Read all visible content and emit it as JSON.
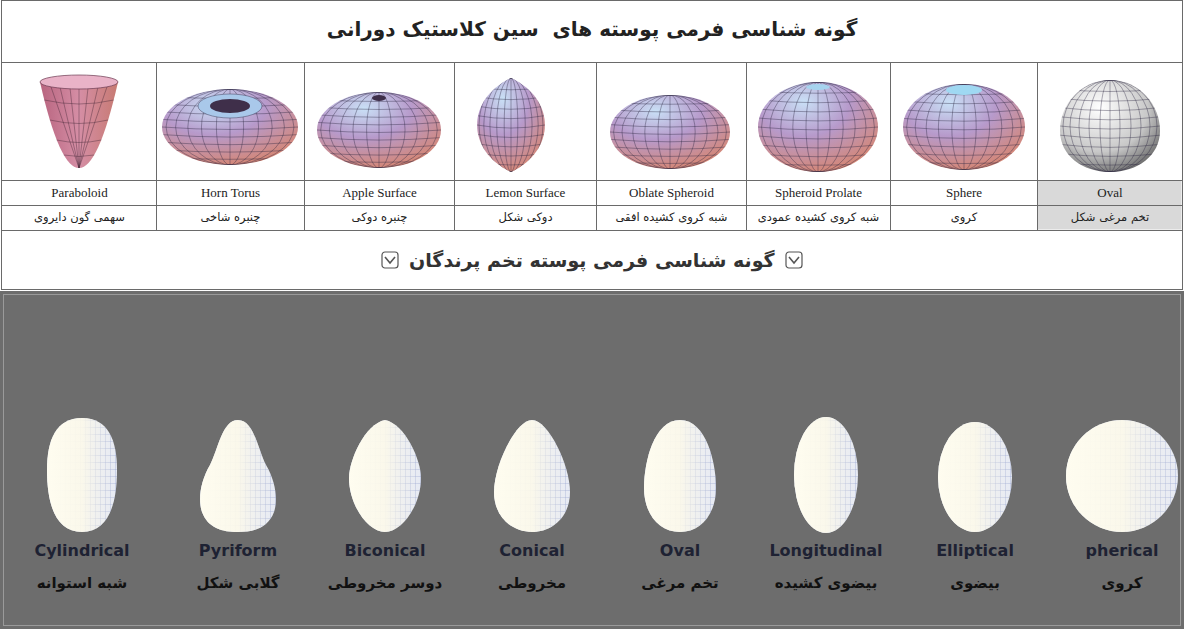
{
  "diagram": {
    "title": "گونه شناسی فرمی پوسته های  سین کلاستیک دورانی",
    "nodes": [
      {
        "text": [
          "Paraboloid",
          "سهمی گون دایروی"
        ]
      },
      {
        "text": [
          "Horn Torus",
          "چنبره شاخی"
        ]
      },
      {
        "text": [
          "Apple Surface",
          "چنبره دوکی"
        ]
      },
      {
        "text": [
          "Lemon Surface",
          "دوکی شکل"
        ]
      },
      {
        "text": [
          "Oblate Spheroid",
          "شبه کروی کشیده افقی"
        ]
      },
      {
        "text": [
          "Spheroid Prolate",
          "شبه کروی کشیده عمودی"
        ]
      },
      {
        "text": [
          "Sphere",
          "کروی"
        ]
      },
      {
        "text": [
          "Oval",
          "تخم مرغی شکل"
        ]
      },
      {
        "text": [
          "Cylindrical",
          "شبه استوانه"
        ]
      },
      {
        "text": [
          "Pyriform",
          "گلابی شکل"
        ]
      },
      {
        "text": [
          "Biconical",
          "دوسر مخروطی"
        ]
      },
      {
        "text": [
          "Conical",
          "مخروطی"
        ]
      },
      {
        "text": [
          "Oval",
          "تخم مرغی"
        ]
      },
      {
        "text": [
          "Longitudinal",
          "بیضوی کشیده"
        ]
      },
      {
        "text": [
          "Elliptical",
          "بیضوی"
        ]
      },
      {
        "text": [
          "pherical",
          "کروی"
        ]
      }
    ],
    "labels": [
      "گونه شناسی فرمی پوسته تخم پرندگان"
    ]
  }
}
